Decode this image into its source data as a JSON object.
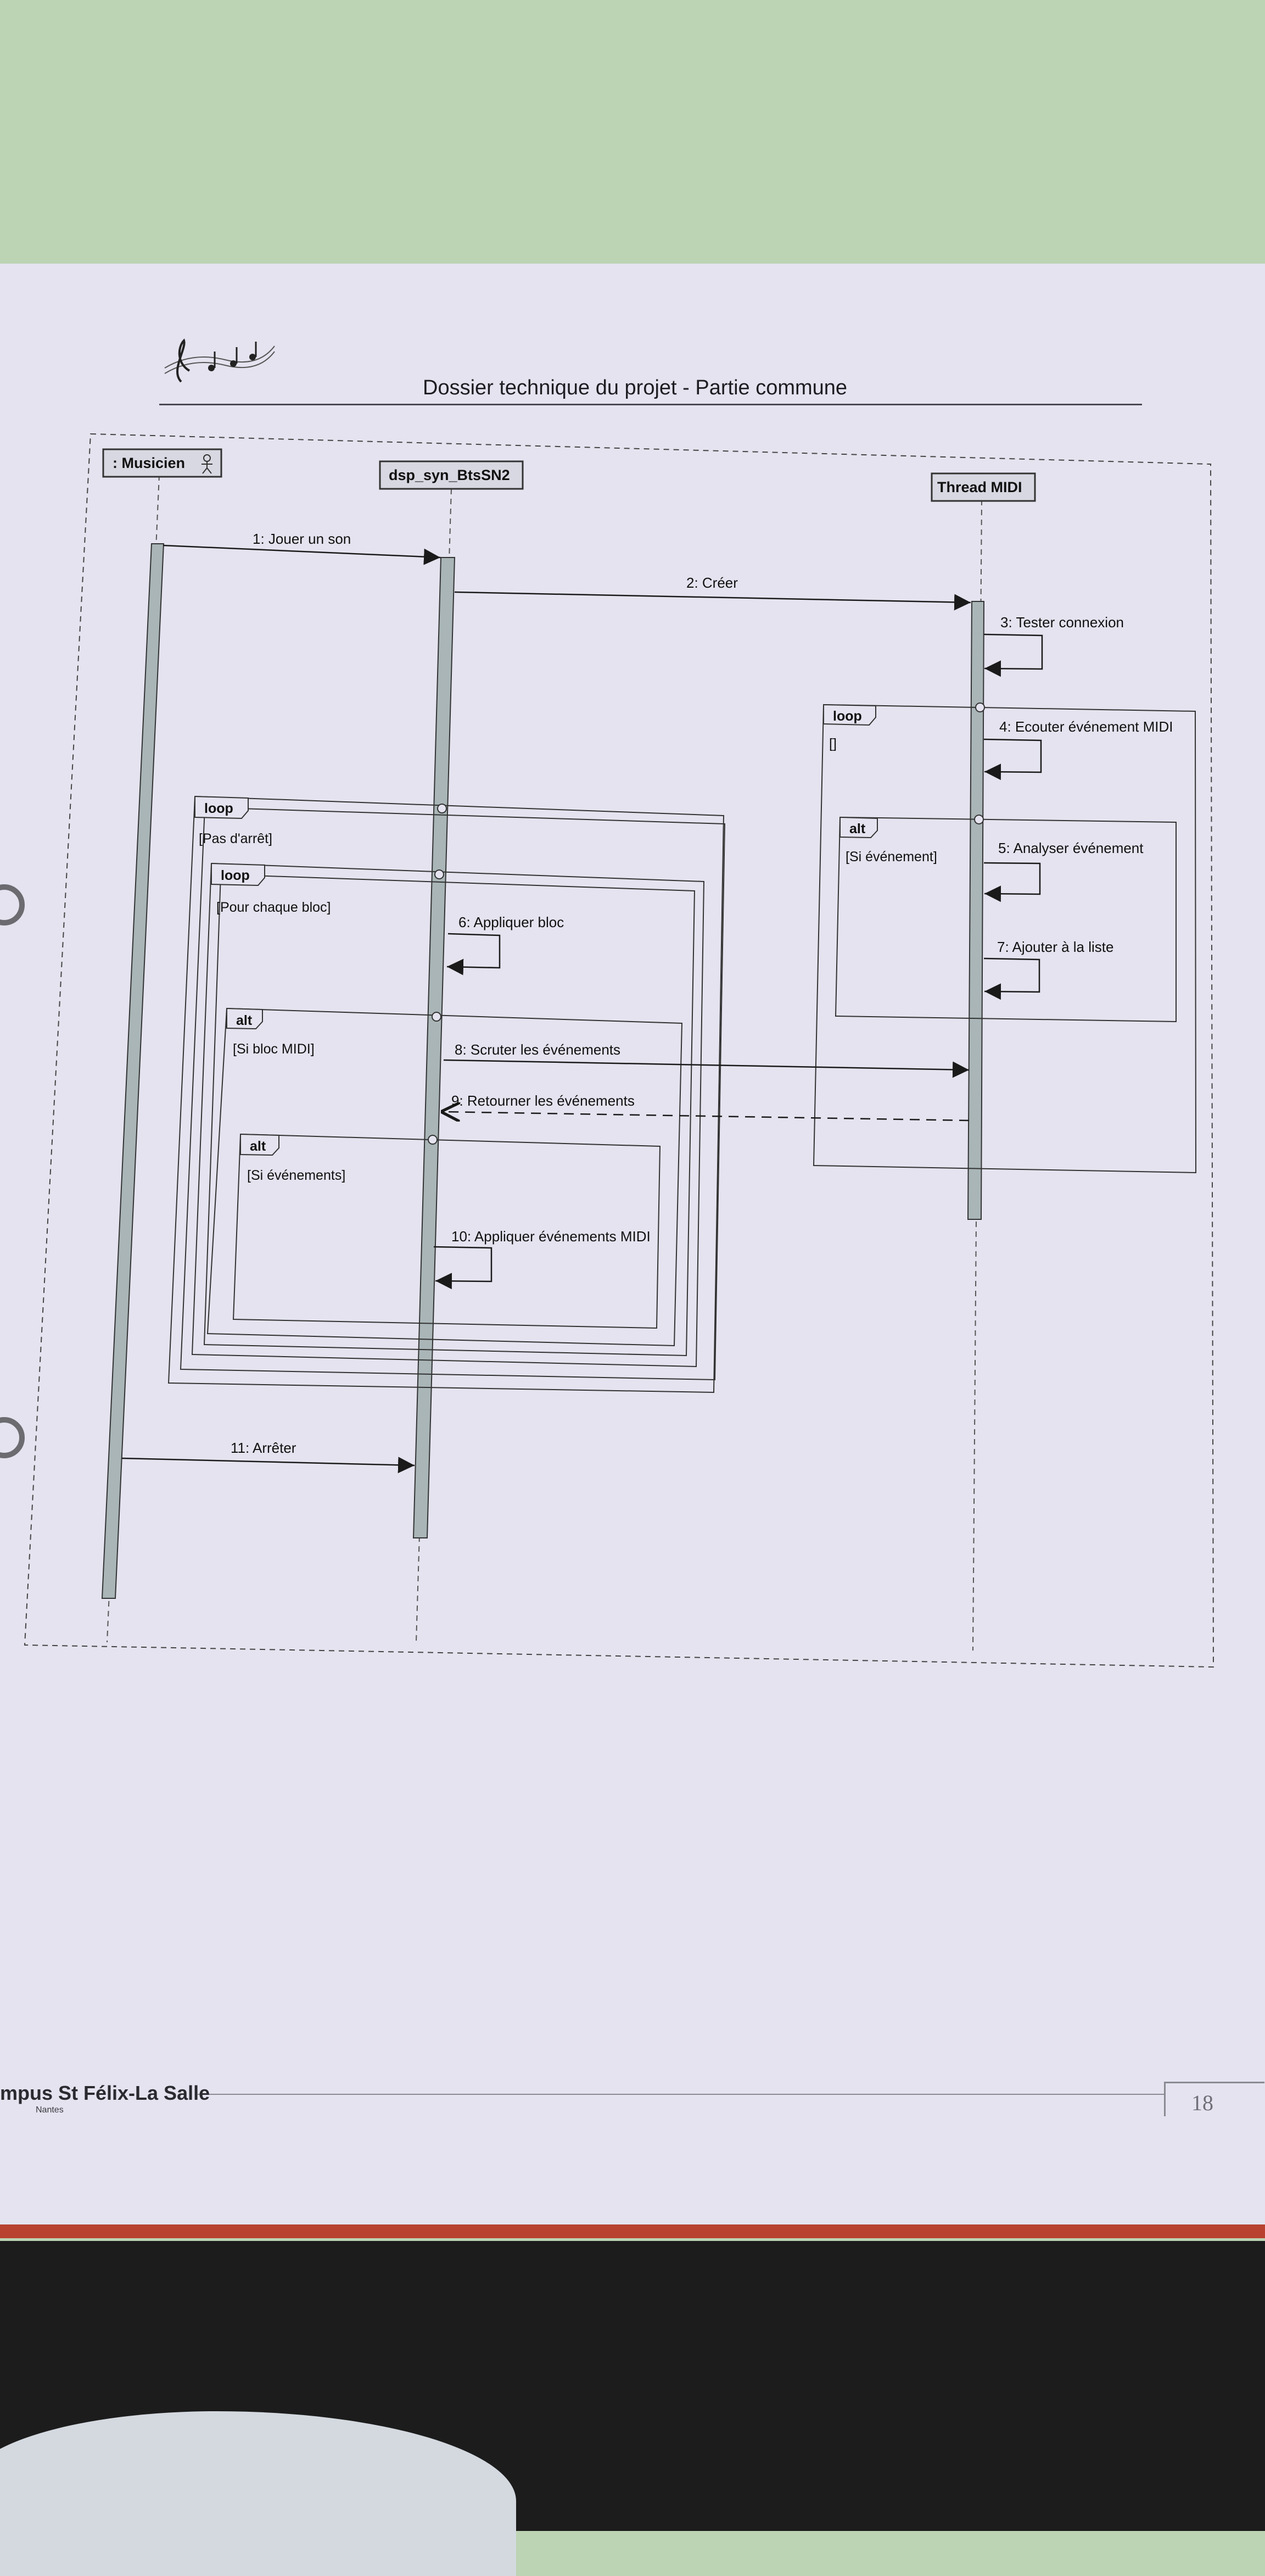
{
  "document": {
    "header_title": "Dossier technique du projet  -  Partie commune",
    "footer_logo": "mpus St Félix-La Salle",
    "footer_sub": "Nantes",
    "page_number": "18"
  },
  "diagram": {
    "type": "sequence",
    "lifelines": [
      {
        "id": "musicien",
        "label": ": Musicien"
      },
      {
        "id": "dsp",
        "label": "dsp_syn_BtsSN2"
      },
      {
        "id": "thread",
        "label": "Thread MIDI"
      }
    ],
    "messages": [
      {
        "label": "1: Jouer un son"
      },
      {
        "label": "2: Créer"
      },
      {
        "label": "3: Tester connexion"
      },
      {
        "label": "4: Ecouter événement MIDI"
      },
      {
        "label": "5: Analyser événement"
      },
      {
        "label": "6: Appliquer bloc"
      },
      {
        "label": "7: Ajouter à la liste"
      },
      {
        "label": "8: Scruter les événements"
      },
      {
        "label": "9: Retourner les événements"
      },
      {
        "label": "10: Appliquer événements MIDI"
      },
      {
        "label": "11: Arrêter"
      }
    ],
    "fragments": [
      {
        "kind": "loop",
        "guard": "[Pas d'arrêt]"
      },
      {
        "kind": "loop",
        "guard": "[Pour chaque bloc]"
      },
      {
        "kind": "alt",
        "guard": "[Si bloc MIDI]"
      },
      {
        "kind": "alt",
        "guard": "[Si événements]"
      },
      {
        "kind": "loop",
        "guard": "[]"
      },
      {
        "kind": "alt",
        "guard": "[Si événement]"
      }
    ]
  }
}
